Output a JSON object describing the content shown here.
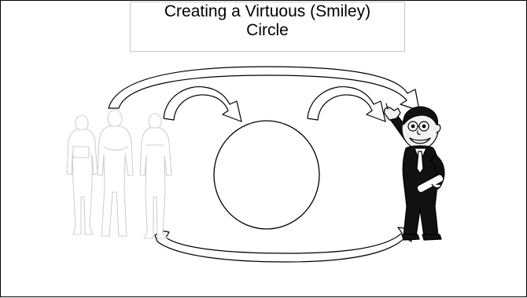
{
  "slide": {
    "title_line1": "Creating a Virtuous (Smiley)",
    "title_line2": "Circle"
  },
  "diagram": {
    "nodes": [
      {
        "id": "group-of-people",
        "kind": "silhouette-figures",
        "count": 3
      },
      {
        "id": "center-circle",
        "kind": "empty-circle"
      },
      {
        "id": "businessman",
        "kind": "cartoon-figure"
      }
    ],
    "arrows": [
      {
        "from": "group-of-people",
        "to": "businessman",
        "style": "long-top-arc"
      },
      {
        "from": "group-of-people",
        "to": "center-circle",
        "style": "short-arc"
      },
      {
        "from": "center-circle",
        "to": "businessman",
        "style": "short-arc"
      },
      {
        "from": "businessman",
        "to": "group-of-people",
        "style": "bottom-return-arc"
      }
    ],
    "colors": {
      "stroke": "#000000",
      "silhouette": "#d0d0d0",
      "suit": "#111111",
      "skin": "#f2f2f2"
    }
  }
}
